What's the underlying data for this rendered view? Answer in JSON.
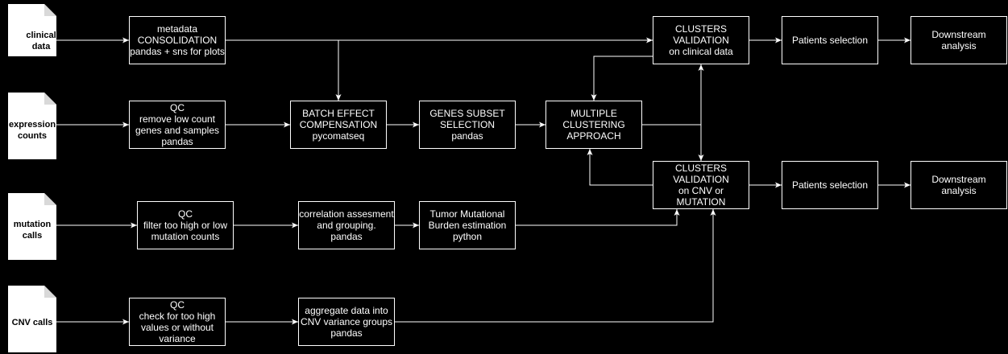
{
  "documents": {
    "clinical": {
      "lines": [
        "clinical",
        "data"
      ]
    },
    "expression": {
      "lines": [
        "expression",
        "counts"
      ]
    },
    "mutation": {
      "lines": [
        "mutation",
        "calls"
      ]
    },
    "cnv": {
      "lines": [
        "CNV calls"
      ]
    }
  },
  "steps": {
    "metadata_consolidation": {
      "lines": [
        "metadata",
        "CONSOLIDATION",
        "pandas + sns for plots"
      ]
    },
    "clusters_validation_clinical": {
      "lines": [
        "CLUSTERS",
        "VALIDATION",
        "on clinical data"
      ]
    },
    "patients_selection_clinical": {
      "lines": [
        "Patients selection"
      ]
    },
    "downstream_analysis_clinical": {
      "lines": [
        "Downstream",
        "analysis"
      ]
    },
    "qc_expression": {
      "lines": [
        "QC",
        "remove low count",
        "genes and samples",
        "pandas"
      ]
    },
    "batch_effect": {
      "lines": [
        "BATCH EFFECT",
        "COMPENSATION",
        "pycomatseq"
      ]
    },
    "genes_subset": {
      "lines": [
        "GENES SUBSET",
        "SELECTION",
        "pandas"
      ]
    },
    "multiple_clustering": {
      "lines": [
        "MULTIPLE",
        "CLUSTERING",
        "APPROACH"
      ]
    },
    "clusters_validation_cnv": {
      "lines": [
        "CLUSTERS",
        "VALIDATION",
        "on CNV or",
        "MUTATION"
      ]
    },
    "patients_selection_cnv": {
      "lines": [
        "Patients selection"
      ]
    },
    "downstream_analysis_cnv": {
      "lines": [
        "Downstream",
        "analysis"
      ]
    },
    "qc_mutation": {
      "lines": [
        "QC",
        "filter too high or low",
        "mutation counts"
      ]
    },
    "correlation": {
      "lines": [
        "correlation assesment",
        "and grouping.",
        "pandas"
      ]
    },
    "tmb": {
      "lines": [
        "Tumor Mutational",
        "Burden estimation",
        "python"
      ]
    },
    "qc_cnv": {
      "lines": [
        "QC",
        "check for too high",
        "values or without",
        "variance"
      ]
    },
    "aggregate": {
      "lines": [
        "aggregate data into",
        "CNV variance groups",
        "pandas"
      ]
    }
  },
  "colors": {
    "background": "#000000",
    "stroke": "#ffffff",
    "text": "#ffffff",
    "document_fill": "#ffffff",
    "document_text": "#000000"
  }
}
